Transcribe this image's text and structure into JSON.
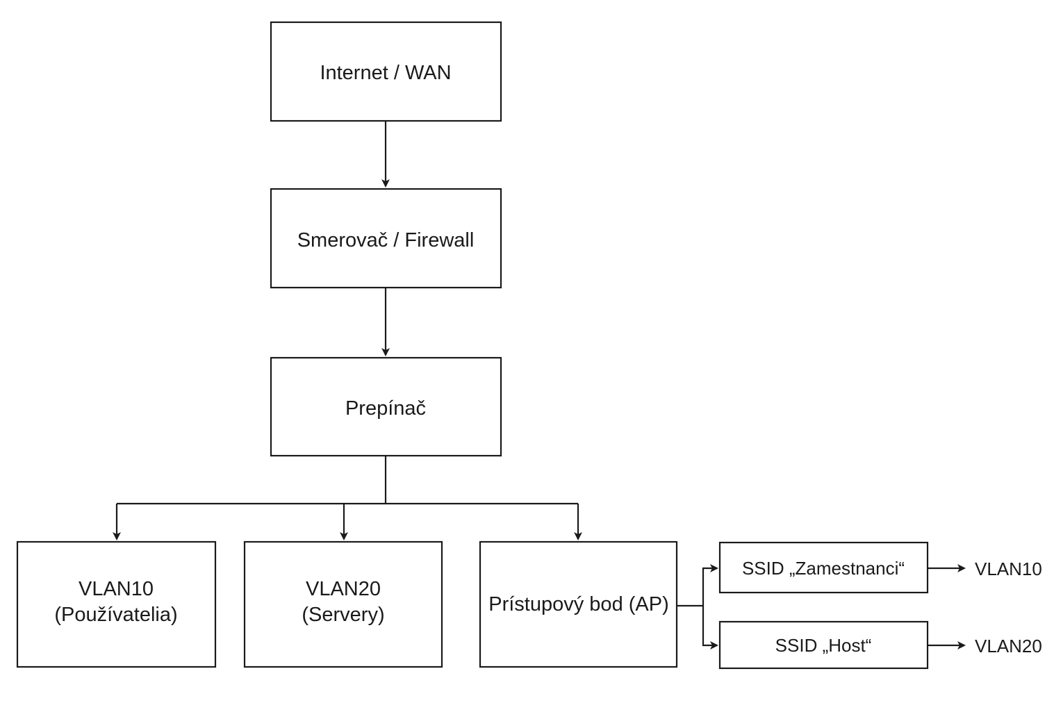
{
  "nodes": {
    "internet": {
      "label": "Internet / WAN"
    },
    "router": {
      "label": "Smerovač / Firewall"
    },
    "switch": {
      "label": "Prepínač"
    },
    "vlan10": {
      "line1": "VLAN10",
      "line2": "(Používatelia)"
    },
    "vlan20": {
      "line1": "VLAN20",
      "line2": "(Servery)"
    },
    "ap": {
      "label": "Prístupový bod (AP)"
    },
    "ssid_staff": {
      "label": "SSID „Zamestnanci“"
    },
    "ssid_guest": {
      "label": "SSID „Host“"
    }
  },
  "targets": {
    "staff_vlan": "VLAN10",
    "guest_vlan": "VLAN20"
  },
  "colors": {
    "stroke": "#1a1a1a",
    "background": "#ffffff"
  }
}
